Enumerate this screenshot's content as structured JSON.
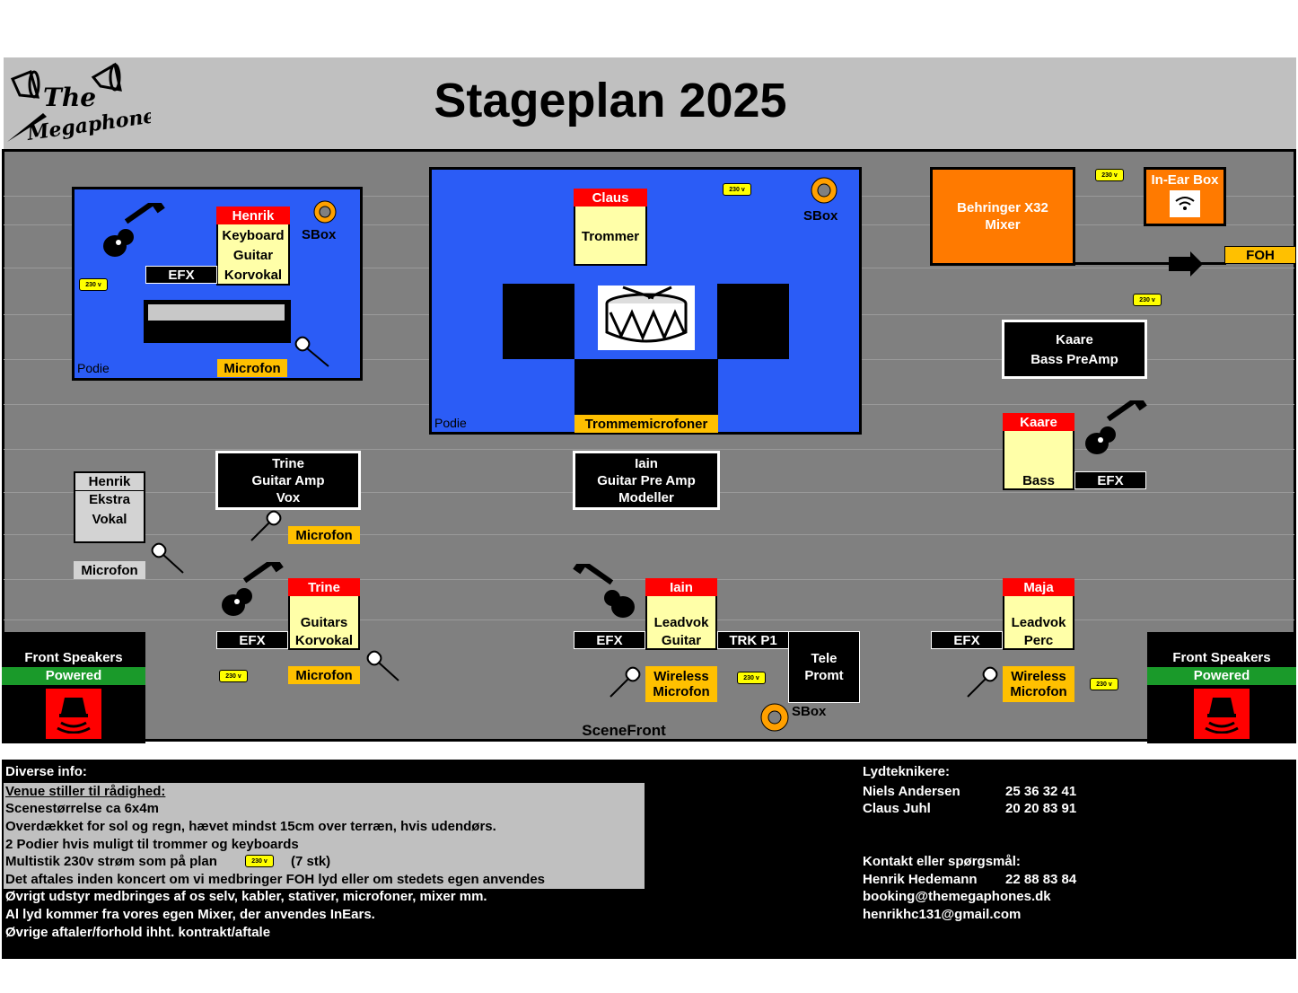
{
  "header": {
    "title": "Stageplan 2025",
    "logo_text_1": "The",
    "logo_text_2": "Megaphones"
  },
  "colors": {
    "stage_gray": "#808080",
    "header_gray": "#c0c0c0",
    "podium_blue": "#2b5cf6",
    "orange": "#ff7a00",
    "amber": "#ffc000",
    "red": "#ff0000",
    "green": "#1a9a2a"
  },
  "voltage_label": "230 v",
  "podium_left": {
    "label": "Podie",
    "person": "Henrik",
    "roles": [
      "Keyboard",
      "Guitar",
      "Korvokal"
    ],
    "efx": "EFX",
    "sbox": "SBox",
    "mic": "Microfon"
  },
  "podium_center": {
    "label": "Podie",
    "person": "Claus",
    "role": "Trommer",
    "sbox": "SBox",
    "drum_mics": "Trommemicrofoner"
  },
  "mixer": {
    "label_1": "Behringer X32",
    "label_2": "Mixer",
    "inear": "In-Ear Box",
    "foh": "FOH"
  },
  "bass_preamp": {
    "line1": "Kaare",
    "line2": "Bass PreAmp"
  },
  "bass": {
    "person": "Kaare",
    "role": "Bass",
    "efx": "EFX"
  },
  "trine_amp": {
    "line1": "Trine",
    "line2": "Guitar Amp",
    "line3": "Vox",
    "mic": "Microfon"
  },
  "iain_amp": {
    "line1": "Iain",
    "line2": "Guitar Pre Amp",
    "line3": "Modeller"
  },
  "henrik_extra": {
    "line1": "Henrik",
    "line2": "Ekstra",
    "line3": "Vokal",
    "mic": "Microfon"
  },
  "trine": {
    "person": "Trine",
    "roles": [
      "Guitars",
      "Korvokal"
    ],
    "efx": "EFX",
    "mic": "Microfon"
  },
  "iain": {
    "person": "Iain",
    "roles": [
      "Leadvok",
      "Guitar"
    ],
    "efx": "EFX",
    "trk": "TRK P1",
    "mic_1": "Wireless",
    "mic_2": "Microfon"
  },
  "teleprompt": {
    "line1": "Tele",
    "line2": "Promt",
    "sbox": "SBox"
  },
  "maja": {
    "person": "Maja",
    "roles": [
      "Leadvok",
      "Perc"
    ],
    "efx": "EFX",
    "mic_1": "Wireless",
    "mic_2": "Microfon"
  },
  "front_speakers": {
    "label": "Front Speakers",
    "sub": "Powered"
  },
  "scene_front": "SceneFront",
  "info": {
    "heading": "Diverse info:",
    "venue_heading": "Venue stiller til rådighed:",
    "lines_gray": [
      "Scenestørrelse ca 6x4m",
      "Overdækket for sol og regn, hævet mindst 15cm over terræn, hvis udendørs.",
      "2 Podier hvis muligt til trommer og keyboards"
    ],
    "multistik_a": "Multistik 230v strøm som på plan",
    "multistik_b": "(7 stk)",
    "line_aftales": "Det aftales inden koncert om vi medbringer FOH lyd eller om stedets egen anvendes",
    "lines_black": [
      "Øvrigt udstyr medbringes af os selv, kabler, stativer, microfoner, mixer mm.",
      "Al lyd kommer fra vores egen Mixer, der anvendes InEars.",
      "Øvrige aftaler/forhold ihht. kontrakt/aftale"
    ],
    "tech_heading": "Lydteknikere:",
    "techs": [
      {
        "name": "Niels Andersen",
        "phone": "25 36 32 41"
      },
      {
        "name": "Claus Juhl",
        "phone": "20 20 83 91"
      }
    ],
    "contact_heading": "Kontakt eller spørgsmål:",
    "contact_name": "Henrik Hedemann",
    "contact_phone": "22 88 83 84",
    "emails": [
      "booking@themegaphones.dk",
      "henrikhc131@gmail.com"
    ]
  }
}
